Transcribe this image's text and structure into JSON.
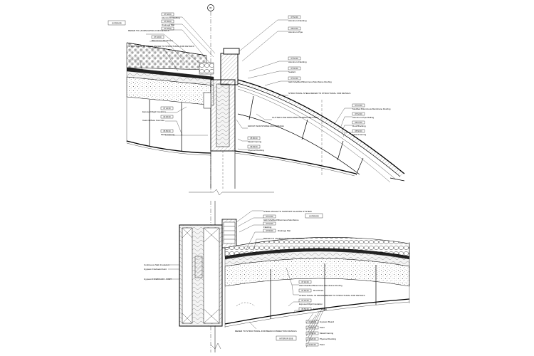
{
  "drawing": {
    "grid_bubble": "B3",
    "views": {
      "upper": {
        "side_label": "EXTERIOR",
        "callouts_left": [
          {
            "tag": "07 62 00",
            "text": "Aluminum Flashing"
          },
          {
            "tag": "07 65 00",
            "text": "Drainage Mat"
          },
          {
            "tag": "07 62 00",
            "text": "SINGLEPLY"
          },
          {
            "tag": "",
            "text": "REFER TO LANDSCAPING FOR DETAILS"
          },
          {
            "tag": "07 10 00",
            "text": "Bituminous Membrane"
          },
          {
            "tag": "",
            "text": "STRUCTURAL IN GRADE REFER TO STRUCTURAL FOR DETAILS"
          },
          {
            "tag": "07 21 00",
            "text": "Exposed Rigid Insulation"
          },
          {
            "tag": "03 30 00",
            "text": "Cast-in-Place Concrete"
          },
          {
            "tag": "05 50 00",
            "text": "Metal Framing"
          }
        ],
        "callouts_right": [
          {
            "tag": "07 62 00",
            "text": "Aluminum Flashing"
          },
          {
            "tag": "08 44 00",
            "text": "Aluminum Pipe"
          },
          {
            "tag": "07 62 00",
            "text": "Aluminum Flashing"
          },
          {
            "tag": "07 92 00",
            "text": "Sealant"
          },
          {
            "tag": "07 10 00",
            "text": "GEN Modified Bituminous Membrane Roofing"
          },
          {
            "tag": "",
            "text": "STRUCTURAL STEEL REFER TO STRUCTURAL FOR DETAILS"
          },
          {
            "tag": "07 10 00",
            "text": "Modified Bituminous Membrane Roofing"
          },
          {
            "tag": "07 62 00",
            "text": "Aluminum Pipe Railing"
          },
          {
            "tag": "06 10 00",
            "text": "Roof Blocking"
          },
          {
            "tag": "05 50 00",
            "text": "Metal Framing"
          }
        ],
        "callouts_center": [
          {
            "tag": "",
            "text": "GUTTER LINE INDICATED GLAZING BEYOND"
          },
          {
            "tag": "",
            "text": "GROUT ADJUSTABLE ANCHORAGE"
          },
          {
            "tag": "05 50 00",
            "text": "Metal Framing"
          },
          {
            "tag": "09 29 00",
            "text": "Plywood Decking"
          }
        ]
      },
      "lower": {
        "side_label": "EXTERIOR",
        "interior_label": "INTERIOR SIDE",
        "callouts_top": [
          {
            "tag": "",
            "text": "STEEL ANGLE TO SUPPORT GLAZING SYSTEM"
          },
          {
            "tag": "07 10 00",
            "text": "GEN Modified Bituminous Membrane"
          },
          {
            "tag": "07 62 00",
            "text": "Flashing"
          },
          {
            "tag": "07 65 00",
            "text": "Drainage Mat"
          },
          {
            "tag": "",
            "text": "REFER TO LANDSCAPING FOR DETAILS"
          }
        ],
        "callouts_left": [
          {
            "tag": "",
            "text": "Continuous Slab Insulation"
          },
          {
            "tag": "",
            "text": "Gypsum Fireboard Joint"
          },
          {
            "tag": "",
            "text": "Gypsum/FIREBOARD JOINT"
          }
        ],
        "callouts_bottom": [
          {
            "tag": "07 10 00",
            "text": "GEN Modified Bituminous Membrane Roofing"
          },
          {
            "tag": "07 62 00",
            "text": "Roof Drain"
          },
          {
            "tag": "",
            "text": "STRUCTURAL IN GRADE REFER TO STRUCTURAL FOR DETAILS"
          },
          {
            "tag": "07 21 00",
            "text": "Exposed Rigid Insulation"
          },
          {
            "tag": "05 50 00",
            "text": "Metal Framing"
          },
          {
            "tag": "",
            "text": "REFER TO STRUCTURAL FOR BEAM CONNECTION DETAILS"
          },
          {
            "tag": "09 29 00",
            "text": "Gypsum Board"
          },
          {
            "tag": "09 91 00",
            "text": "Paint"
          },
          {
            "tag": "05 50 00",
            "text": "Metal Framing"
          },
          {
            "tag": "09 29 00",
            "text": "Plywood Decking"
          },
          {
            "tag": "09 91 00",
            "text": "Paint"
          }
        ]
      }
    }
  }
}
